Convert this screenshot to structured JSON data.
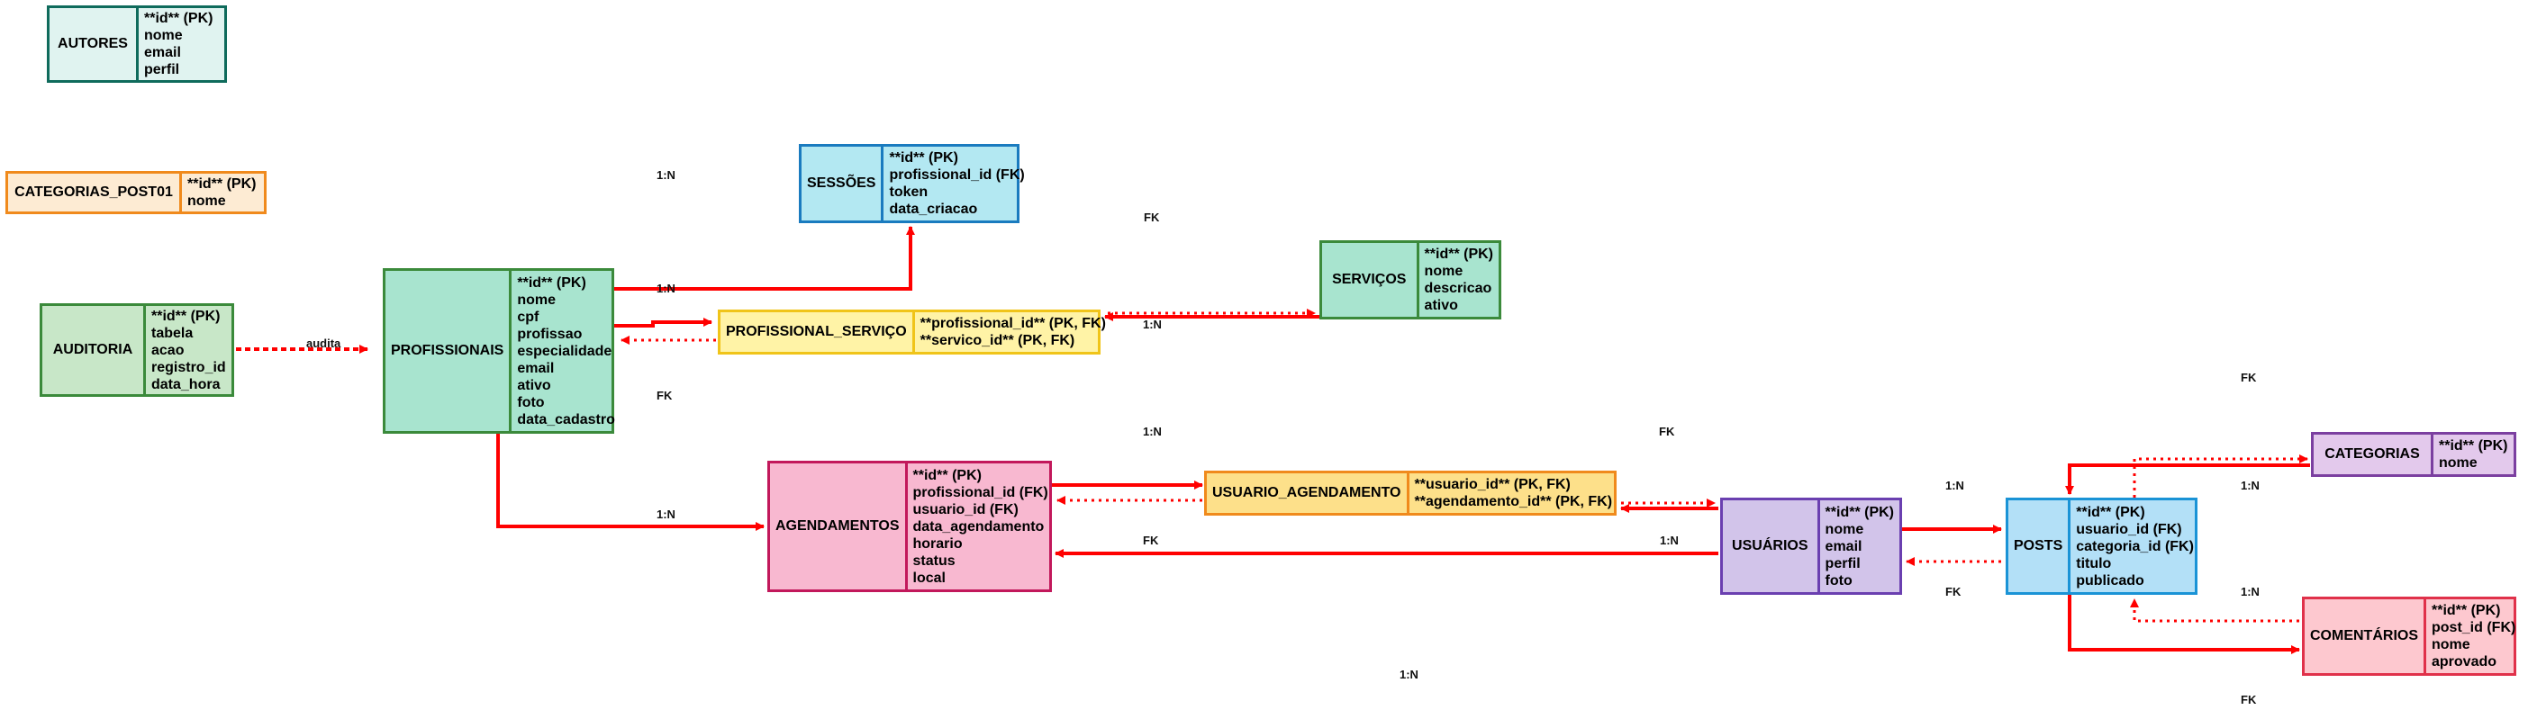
{
  "colors": {
    "relationship_line": "#ff0000",
    "label_text": "#111111"
  },
  "entities": {
    "autores": {
      "name": "AUTORES",
      "fields": [
        "**id** (PK)",
        "nome",
        "email",
        "perfil"
      ],
      "fill": "#e0f3f0",
      "stroke": "#0f6b5c"
    },
    "categorias_post01": {
      "name": "CATEGORIAS_POST01",
      "fields": [
        "**id** (PK)",
        "nome"
      ],
      "fill": "#fdebd3",
      "stroke": "#f08a1c"
    },
    "auditoria": {
      "name": "AUDITORIA",
      "fields": [
        "**id** (PK)",
        "tabela",
        "acao",
        "registro_id",
        "data_hora"
      ],
      "fill": "#c8e7c8",
      "stroke": "#3b8a3b"
    },
    "profissionais": {
      "name": "PROFISSIONAIS",
      "fields": [
        "**id** (PK)",
        "nome",
        "cpf",
        "profissao",
        "especialidade",
        "email",
        "ativo",
        "foto",
        "data_cadastro"
      ],
      "fill": "#a8e4cf",
      "stroke": "#3b8a3b"
    },
    "sessoes": {
      "name": "SESSÕES",
      "fields": [
        "**id** (PK)",
        "profissional_id (FK)",
        "token",
        "data_criacao"
      ],
      "fill": "#b3e8f2",
      "stroke": "#1a7bbf"
    },
    "profissional_servico": {
      "name": "PROFISSIONAL_SERVIÇO",
      "fields": [
        "**profissional_id** (PK, FK)",
        "**servico_id** (PK, FK)"
      ],
      "fill": "#fff3a6",
      "stroke": "#f0c419"
    },
    "servicos": {
      "name": "SERVIÇOS",
      "fields": [
        "**id** (PK)",
        "nome",
        "descricao",
        "ativo"
      ],
      "fill": "#a8e4cf",
      "stroke": "#3b8a3b"
    },
    "agendamentos": {
      "name": "AGENDAMENTOS",
      "fields": [
        "**id** (PK)",
        "profissional_id (FK)",
        "usuario_id (FK)",
        "data_agendamento",
        "horario",
        "status",
        "local"
      ],
      "fill": "#f8b8d0",
      "stroke": "#c2185b"
    },
    "usuario_agendamento": {
      "name": "USUARIO_AGENDAMENTO",
      "fields": [
        "**usuario_id** (PK, FK)",
        "**agendamento_id** (PK, FK)"
      ],
      "fill": "#fde08a",
      "stroke": "#f08a1c"
    },
    "usuarios": {
      "name": "USUÁRIOS",
      "fields": [
        "**id** (PK)",
        "nome",
        "email",
        "perfil",
        "foto"
      ],
      "fill": "#d2c4ea",
      "stroke": "#6a3fb0"
    },
    "posts": {
      "name": "POSTS",
      "fields": [
        "**id** (PK)",
        "usuario_id (FK)",
        "categoria_id (FK)",
        "titulo",
        "publicado"
      ],
      "fill": "#b3e0f7",
      "stroke": "#1a93d6"
    },
    "categorias": {
      "name": "CATEGORIAS",
      "fields": [
        "**id** (PK)",
        "nome"
      ],
      "fill": "#e3c9ec",
      "stroke": "#7b3fa0"
    },
    "comentarios": {
      "name": "COMENTÁRIOS",
      "fields": [
        "**id** (PK)",
        "post_id (FK)",
        "nome",
        "aprovado"
      ],
      "fill": "#fdc8cf",
      "stroke": "#e0314a"
    }
  },
  "labels": {
    "audita": "audita",
    "one_to_n": "1:N",
    "fk": "FK"
  }
}
